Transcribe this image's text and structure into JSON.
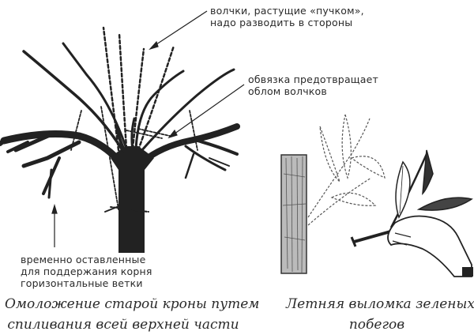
{
  "annotations": {
    "top_right": [
      "волчки, растущие «пучком»,",
      "надо разводить в стороны"
    ],
    "middle_right": [
      "обвязка предотвращает",
      "облом волчков"
    ],
    "bottom_left": [
      "временно оставленные",
      "для поддержания корня",
      "горизонтальные ветки"
    ]
  },
  "captions": {
    "left": [
      "Омоложение старой кроны путем",
      "спиливания всей верхней части"
    ],
    "right": [
      "Летняя выломка зеленых",
      "побегов"
    ]
  },
  "colors": {
    "ink": "#222222",
    "background": "#ffffff",
    "bark": "#555555"
  }
}
